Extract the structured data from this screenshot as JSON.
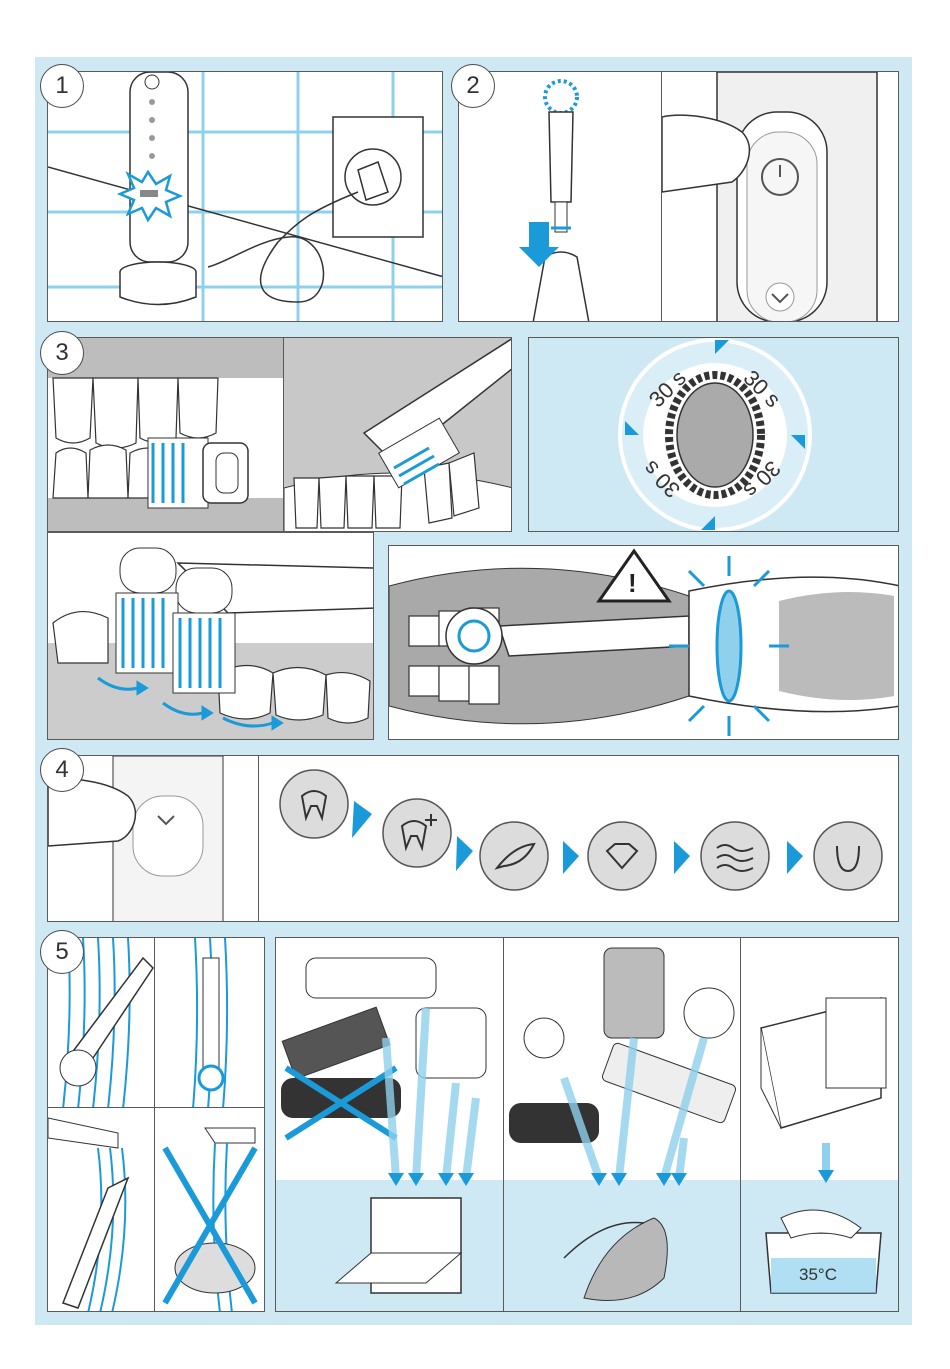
{
  "steps": [
    {
      "number": "1"
    },
    {
      "number": "2"
    },
    {
      "number": "3"
    },
    {
      "number": "4"
    },
    {
      "number": "5"
    }
  ],
  "brushing_timer": {
    "quadrant_labels": [
      "30 s",
      "30 s",
      "30 s",
      "30 s"
    ]
  },
  "warning": {
    "symbol": "!"
  },
  "modes": {
    "icons": [
      "tooth-icon",
      "tooth-plus-icon",
      "feather-icon",
      "diamond-icon",
      "waves-icon",
      "tongue-icon"
    ]
  },
  "cleaning": {
    "water_temperature": "35°C"
  },
  "colors": {
    "accent_blue": "#1a9ad9",
    "background_blue": "#cfe9f4",
    "outline": "#4a4a4a"
  }
}
